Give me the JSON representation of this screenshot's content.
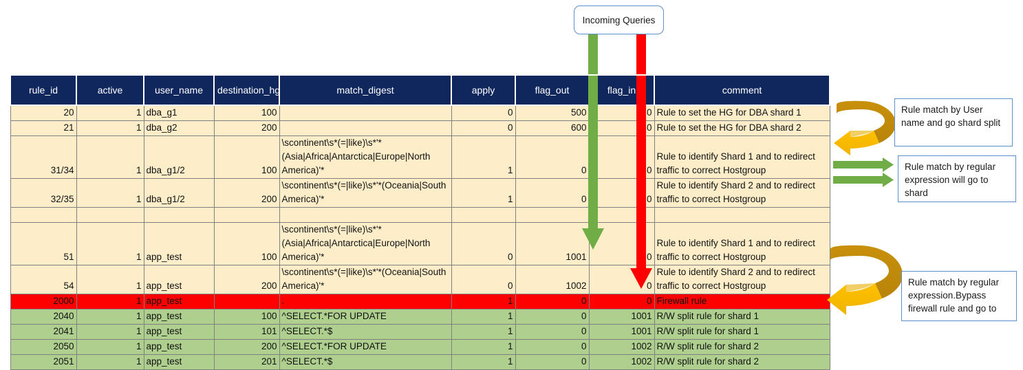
{
  "diagram": {
    "incoming_queries": {
      "label": "Incoming Queries"
    },
    "colors": {
      "header_bg": "#10275e",
      "cream_row": "#fdeec9",
      "red_row": "#ff0000",
      "green_row": "#aecf8e",
      "green_arrow": "#70ad47",
      "red_arrow": "#ff0000",
      "orange_arrow": "#ffc000",
      "orange_arrow_dark": "#bf8f00",
      "callout_border": "#5b8fd0"
    },
    "callouts": [
      {
        "id": "user-match",
        "text": "Rule match by User name and go shard split"
      },
      {
        "id": "regex-match",
        "text": "Rule match by regular expression will go to shard"
      },
      {
        "id": "firewall-bypass",
        "text": "Rule match by regular expression.Bypass firewall rule and go to"
      }
    ],
    "arrows": {
      "green_down": "green-down-arrow",
      "red_down": "red-down-arrow",
      "orange_loop_top": "orange-curved-arrow-top",
      "orange_loop_bottom": "orange-curved-arrow-bottom",
      "green_right_1": "green-right-arrow-1",
      "green_right_2": "green-right-arrow-2"
    }
  },
  "table": {
    "columns": [
      {
        "key": "rule_id",
        "label": "rule_id"
      },
      {
        "key": "active",
        "label": "active"
      },
      {
        "key": "user_name",
        "label": "user_name"
      },
      {
        "key": "destination_hg",
        "label": "destination_hg"
      },
      {
        "key": "match_digest",
        "label": "match_digest"
      },
      {
        "key": "apply",
        "label": "apply"
      },
      {
        "key": "flag_out",
        "label": "flag_out"
      },
      {
        "key": "flag_in",
        "label": "flag_in"
      },
      {
        "key": "comment",
        "label": "comment"
      }
    ],
    "rows": [
      {
        "style": "cream",
        "tall": "s",
        "rule_id": "20",
        "active": "1",
        "user_name": "dba_g1",
        "destination_hg": "100",
        "match_digest": "",
        "apply": "0",
        "flag_out": "500",
        "flag_in": "0",
        "comment": "Rule to set the HG for DBA shard 1"
      },
      {
        "style": "cream",
        "tall": "s",
        "rule_id": "21",
        "active": "1",
        "user_name": "dba_g2",
        "destination_hg": "200",
        "match_digest": "",
        "apply": "0",
        "flag_out": "600",
        "flag_in": "0",
        "comment": "Rule to set the HG for DBA shard 2"
      },
      {
        "style": "cream",
        "tall": "xl",
        "rule_id": "31/34",
        "active": "1",
        "user_name": "dba_g1/2",
        "destination_hg": "100",
        "match_digest": "\\scontinent\\s*(=|like)\\s*'*(Asia|Africa|Antarctica|Europe|North America)'*",
        "apply": "1",
        "flag_out": "0",
        "flag_in": "0",
        "comment": "Rule to identify Shard 1 and to redirect traffic to correct Hostgroup"
      },
      {
        "style": "cream",
        "tall": "l",
        "rule_id": "32/35",
        "active": "1",
        "user_name": "dba_g1/2",
        "destination_hg": "200",
        "match_digest": "\\scontinent\\s*(=|like)\\s*'*(Oceania|South America)'*",
        "apply": "1",
        "flag_out": "0",
        "flag_in": "0",
        "comment": "Rule to identify Shard 2 and to redirect traffic to correct Hostgroup"
      },
      {
        "style": "cream",
        "tall": "s",
        "rule_id": "",
        "active": "",
        "user_name": "",
        "destination_hg": "",
        "match_digest": "",
        "apply": "",
        "flag_out": "",
        "flag_in": "",
        "comment": ""
      },
      {
        "style": "cream",
        "tall": "xl",
        "rule_id": "51",
        "active": "1",
        "user_name": "app_test",
        "destination_hg": "100",
        "match_digest": "\\scontinent\\s*(=|like)\\s*'*(Asia|Africa|Antarctica|Europe|North America)'*",
        "apply": "0",
        "flag_out": "1001",
        "flag_in": "0",
        "comment": "Rule to identify Shard 1 and to redirect traffic to correct Hostgroup"
      },
      {
        "style": "cream",
        "tall": "l",
        "rule_id": "54",
        "active": "1",
        "user_name": "app_test",
        "destination_hg": "200",
        "match_digest": "\\scontinent\\s*(=|like)\\s*'*(Oceania|South America)'*",
        "apply": "0",
        "flag_out": "1002",
        "flag_in": "0",
        "comment": "Rule to identify Shard 2 and to redirect traffic to correct Hostgroup"
      },
      {
        "style": "red",
        "tall": "s",
        "rule_id": "2000",
        "active": "1",
        "user_name": "app_test",
        "destination_hg": "",
        "match_digest": ".",
        "apply": "1",
        "flag_out": "0",
        "flag_in": "0",
        "comment": "Firewall rule"
      },
      {
        "style": "green",
        "tall": "s",
        "rule_id": "2040",
        "active": "1",
        "user_name": "app_test",
        "destination_hg": "100",
        "match_digest": "^SELECT.*FOR UPDATE",
        "apply": "1",
        "flag_out": "0",
        "flag_in": "1001",
        "comment": "R/W split rule for shard 1"
      },
      {
        "style": "green",
        "tall": "s",
        "rule_id": "2041",
        "active": "1",
        "user_name": "app_test",
        "destination_hg": "101",
        "match_digest": "^SELECT.*$",
        "apply": "1",
        "flag_out": "0",
        "flag_in": "1001",
        "comment": "R/W split rule for shard 1"
      },
      {
        "style": "green",
        "tall": "s",
        "rule_id": "2050",
        "active": "1",
        "user_name": "app_test",
        "destination_hg": "200",
        "match_digest": "^SELECT.*FOR UPDATE",
        "apply": "1",
        "flag_out": "0",
        "flag_in": "1002",
        "comment": "R/W split rule for shard 2"
      },
      {
        "style": "green",
        "tall": "s",
        "rule_id": "2051",
        "active": "1",
        "user_name": "app_test",
        "destination_hg": "201",
        "match_digest": "^SELECT.*$",
        "apply": "1",
        "flag_out": "0",
        "flag_in": "1002",
        "comment": "R/W split rule for shard 2"
      }
    ]
  }
}
